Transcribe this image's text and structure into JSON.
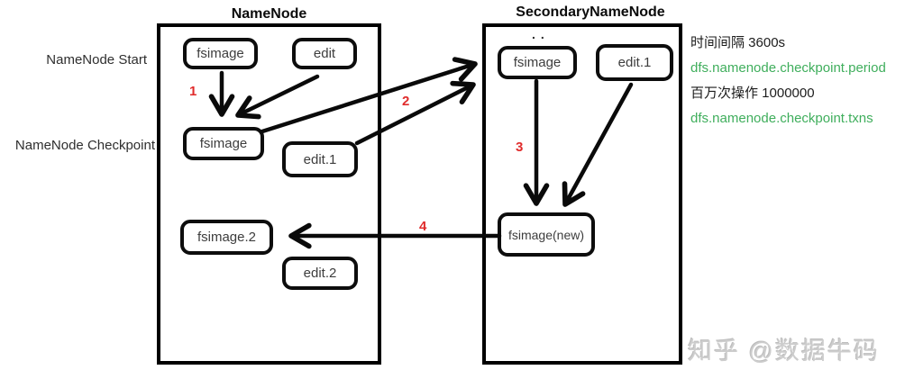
{
  "diagram": {
    "left_labels": [
      "NameNode Start",
      "NameNode Checkpoint"
    ],
    "namenode": {
      "title": "NameNode",
      "nodes": {
        "fsimage_top": "fsimage",
        "edit": "edit",
        "fsimage_mid": "fsimage",
        "edit1": "edit.1",
        "fsimage2": "fsimage.2",
        "edit2": "edit.2"
      }
    },
    "secondary_namenode": {
      "title": "SecondaryNameNode",
      "dots": "..",
      "nodes": {
        "fsimage": "fsimage",
        "edit1": "edit.1",
        "fsimage_new": "fsimage(new)"
      }
    },
    "steps": [
      "1",
      "2",
      "3",
      "4"
    ],
    "annotations": [
      {
        "text": "时间间隔 3600s",
        "color": "#1c1c1c"
      },
      {
        "text": "dfs.namenode.checkpoint.period",
        "color": "#3fae5c"
      },
      {
        "text": "百万次操作 1000000",
        "color": "#1c1c1c"
      },
      {
        "text": "dfs.namenode.checkpoint.txns",
        "color": "#3fae5c"
      }
    ],
    "watermark": "知乎 @数据牛码",
    "colors": {
      "step_number": "#e02b2b",
      "config_green": "#3fae5c",
      "line": "#0a0a0a",
      "watermark": "#cdcdcd"
    }
  }
}
